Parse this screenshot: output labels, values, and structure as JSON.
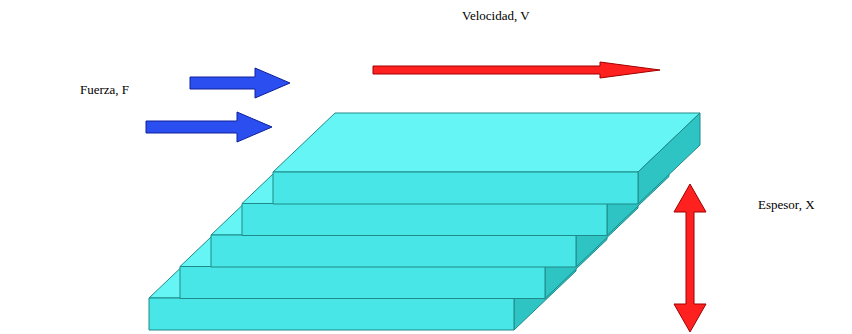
{
  "diagram": {
    "labels": [
      "Velocidad, V",
      "Fuerza, F",
      "Espesor, X"
    ]
  }
}
